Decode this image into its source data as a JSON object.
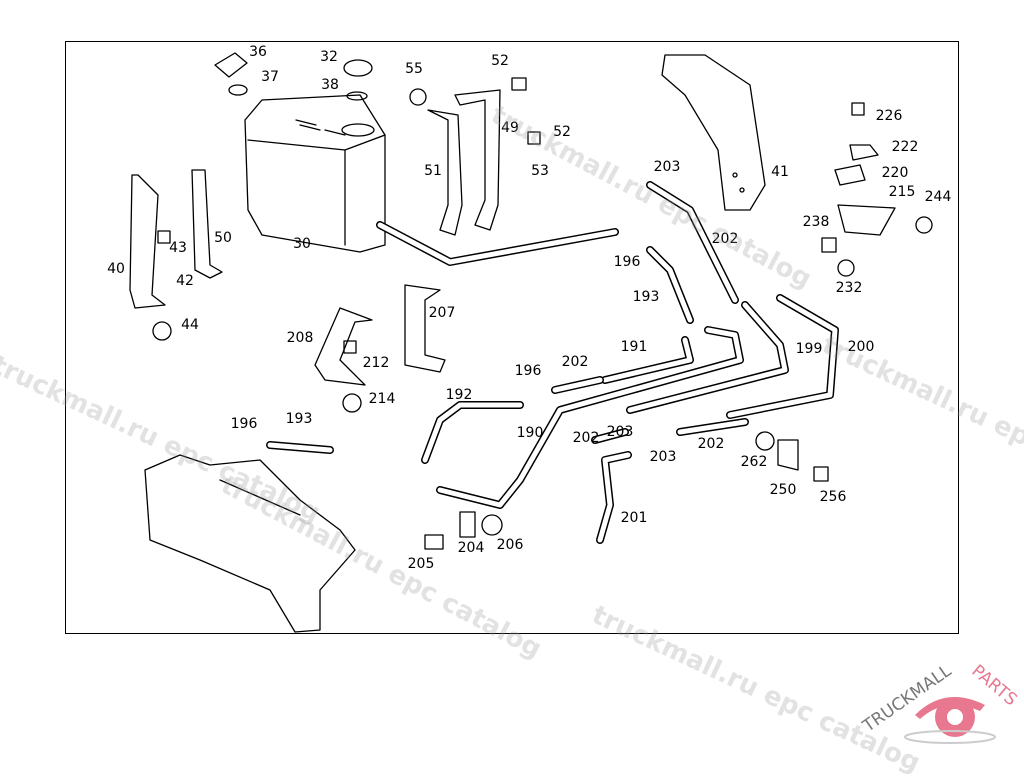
{
  "diagram": {
    "part_labels": [
      "36",
      "37",
      "32",
      "38",
      "55",
      "52",
      "49",
      "52",
      "53",
      "51",
      "203",
      "41",
      "226",
      "222",
      "220",
      "215",
      "244",
      "238",
      "232",
      "202",
      "196",
      "193",
      "30",
      "40",
      "43",
      "42",
      "50",
      "44",
      "207",
      "208",
      "212",
      "214",
      "199",
      "200",
      "191",
      "202",
      "196",
      "192",
      "190",
      "202",
      "203",
      "203",
      "202",
      "262",
      "250",
      "256",
      "196",
      "193",
      "201",
      "204",
      "206",
      "205"
    ]
  },
  "watermark": {
    "text": "truckmall.ru epc catalog"
  },
  "logo": {
    "text_gray": "TRUCKMALL",
    "text_pink": "PARTS",
    "gray": "#777777",
    "pink": "#e8788f"
  }
}
